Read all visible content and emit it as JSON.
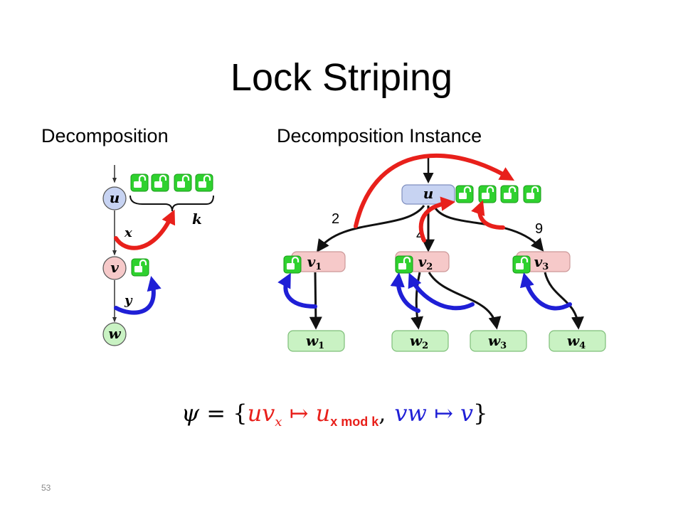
{
  "slide": {
    "title": "Lock Striping",
    "left_label": "Decomposition",
    "right_label": "Decomposition Instance",
    "number": "53"
  },
  "colors": {
    "red": "#e8201b",
    "blue": "#1f1fd6",
    "lock_green": "#2fd12f",
    "node_blue": "#c7d3f2",
    "node_red": "#f6c9c9",
    "node_green": "#c9f2c3"
  },
  "icons": [
    "lock-icon",
    "arrow-icon",
    "brace-icon"
  ],
  "decomposition": {
    "nodes": [
      "u",
      "v",
      "w"
    ],
    "edge_labels": [
      "x",
      "y"
    ],
    "brace_label": "k"
  },
  "instance": {
    "top": "u",
    "middle": [
      {
        "name": "v",
        "sub": "1"
      },
      {
        "name": "v",
        "sub": "2"
      },
      {
        "name": "v",
        "sub": "3"
      }
    ],
    "bottom": [
      {
        "name": "w",
        "sub": "1"
      },
      {
        "name": "w",
        "sub": "2"
      },
      {
        "name": "w",
        "sub": "3"
      },
      {
        "name": "w",
        "sub": "4"
      }
    ],
    "edge_labels": [
      "2",
      "4",
      "9"
    ]
  },
  "formula": {
    "psi": "ψ",
    "equals": " = {",
    "red_part": {
      "uv": "uv",
      "x_sub": "x",
      "maps": " ↦ ",
      "u": "u",
      "mod": "x mod k"
    },
    "comma": ",",
    "blue_part": {
      "vw": "vw",
      "maps": " ↦ ",
      "v": "v"
    },
    "close": "}"
  }
}
